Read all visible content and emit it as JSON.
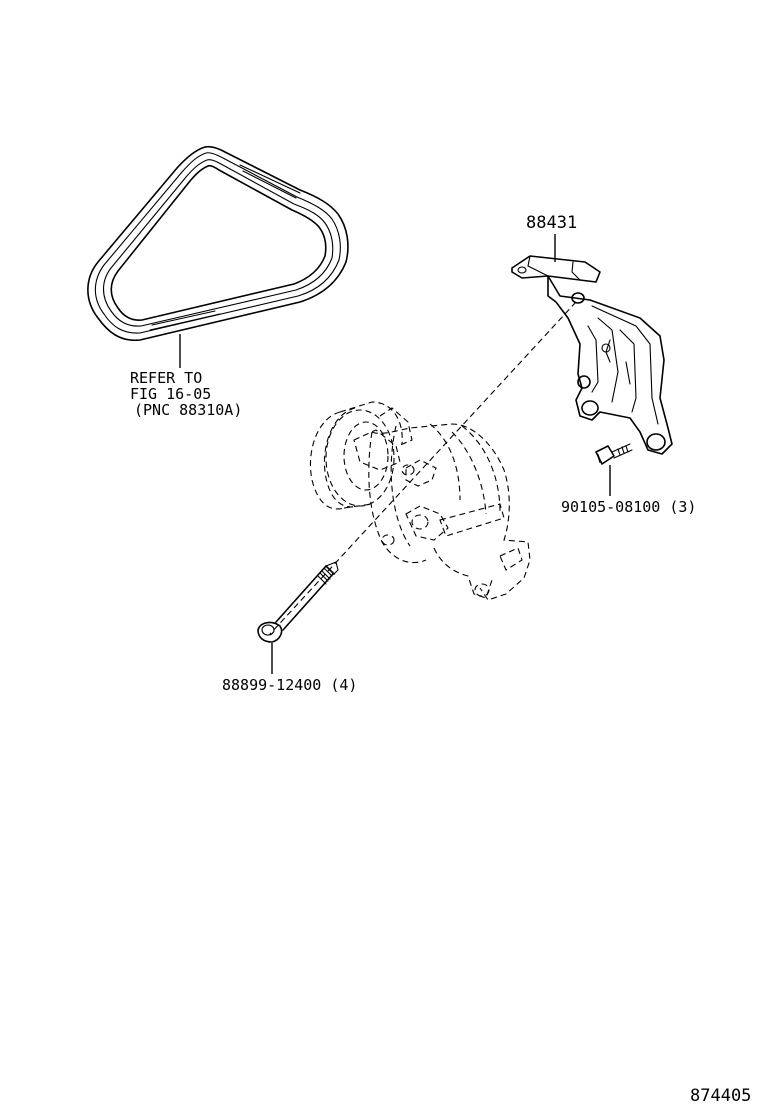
{
  "parts": {
    "belt": {
      "refer_line1": "REFER TO",
      "refer_line2": "FIG 16-05",
      "refer_line3": "(PNC 88310A)"
    },
    "bracket": {
      "part_no": "88431"
    },
    "bracket_bolt": {
      "part_no": "90105-08100 (3)"
    },
    "compressor_bolt": {
      "part_no": "88899-12400 (4)"
    }
  },
  "illustration_no": "874405"
}
